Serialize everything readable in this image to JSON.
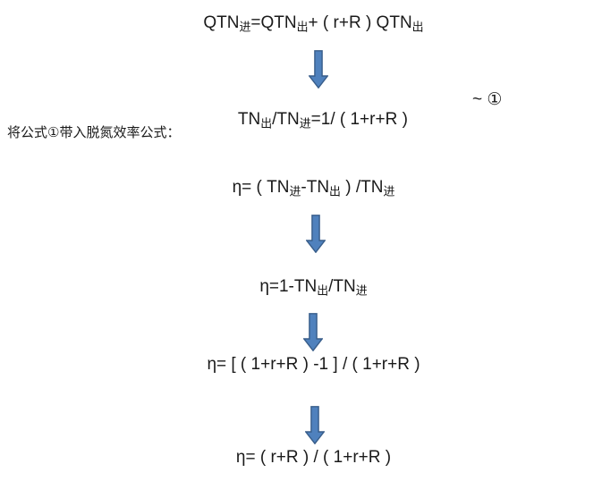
{
  "page": {
    "background": "#ffffff",
    "text_color": "#1a1a1a"
  },
  "arrow_style": {
    "fill": "#4f81bd",
    "border": "#385d8a"
  },
  "intro": {
    "text": "将公式①带入脱氮效率公式："
  },
  "formulas": {
    "mass_balance": {
      "text": "QTN{进}=QTN{出}+ ( r+R ) QTN{出}"
    },
    "ratio": {
      "text": "TN{出}/TN{进}=1/ ( 1+r+R )",
      "annotation": "~ ①"
    },
    "efficiency_definition": {
      "text": "η= ( TN{进}-TN{出} ) /TN{进}"
    },
    "efficiency_simplified": {
      "text": "η=1-TN{出}/TN{进}"
    },
    "efficiency_substituted": {
      "text": "η= [ ( 1+r+R ) -1 ] / ( 1+r+R )"
    },
    "efficiency_final": {
      "text": "η= ( r+R ) / ( 1+r+R )"
    }
  }
}
